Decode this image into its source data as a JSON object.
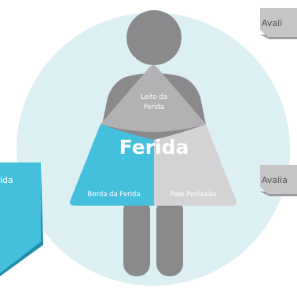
{
  "diagram": {
    "center_label": "Ferida",
    "top_segment_label_line1": "Leito da",
    "top_segment_label_line2": "Ferida",
    "left_segment_label": "Borda da Ferida",
    "right_segment_label": "Pele Perilesão",
    "left_card_text": "ida",
    "right_top_card_text": "Avali",
    "right_mid_card_text": "Avalia"
  },
  "colors": {
    "circle": "#dcf0f3",
    "figure": "#8a8a8c",
    "top_segment": "#b2b2b4",
    "left_segment": "#45c0dc",
    "right_segment": "#d3d3d5",
    "left_card": "#45c0dc",
    "left_card_shadow": "#1f8eaa",
    "right_card": "#c5c5c7",
    "right_card_shadow": "#9a9a9c",
    "label_light": "#ffffff",
    "card_text_dark": "#555555"
  }
}
